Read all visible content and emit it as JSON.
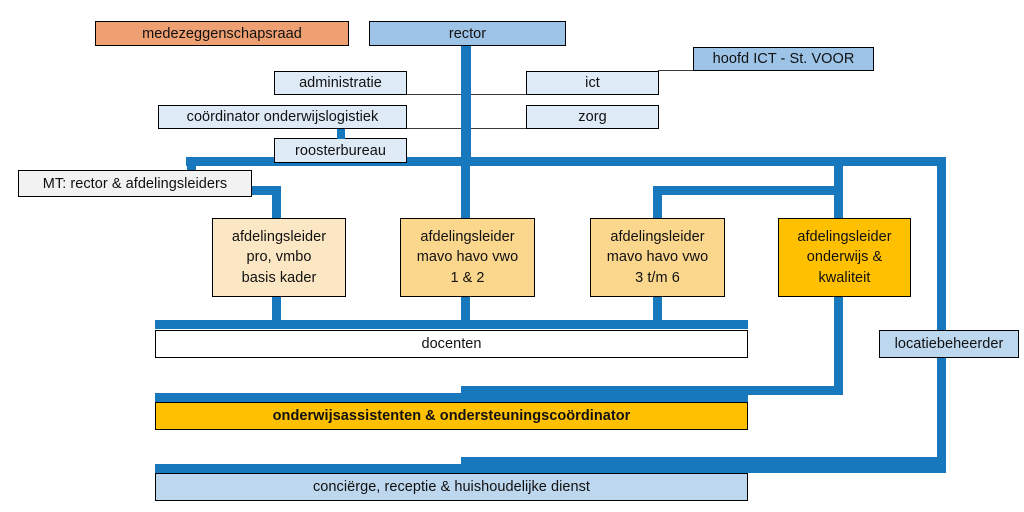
{
  "diagram": {
    "title": "organogram",
    "colors": {
      "connector_blue": "#1878be",
      "salmon": "#efa072",
      "blue_mid": "#9dc3e6",
      "blue_pale": "#deeaf6",
      "blue_light": "#bdd7ee",
      "gray": "#f2f2f2",
      "cream": "#fbe7c3",
      "amber": "#fbd68d",
      "orange": "#ffc000",
      "white": "#ffffff"
    }
  },
  "nodes": {
    "medezeggenschapsraad": {
      "label": "medezeggenschapsraad"
    },
    "rector": {
      "label": "rector"
    },
    "hoofd_ict": {
      "label": "hoofd ICT - St. VOOR"
    },
    "administratie": {
      "label": "administratie"
    },
    "ict": {
      "label": "ict"
    },
    "coordinator_onderwijslogistiek": {
      "label": "coördinator onderwijslogistiek"
    },
    "zorg": {
      "label": "zorg"
    },
    "roosterbureau": {
      "label": "roosterbureau"
    },
    "mt": {
      "label": "MT: rector & afdelingsleiders"
    },
    "afdelingsleider_1": {
      "line1": "afdelingsleider",
      "line2": "pro, vmbo",
      "line3": "basis kader"
    },
    "afdelingsleider_2": {
      "line1": "afdelingsleider",
      "line2": "mavo havo vwo",
      "line3": "1 & 2"
    },
    "afdelingsleider_3": {
      "line1": "afdelingsleider",
      "line2": "mavo havo vwo",
      "line3": "3 t/m 6"
    },
    "afdelingsleider_4": {
      "line1": "afdelingsleider",
      "line2": "onderwijs &",
      "line3": "kwaliteit"
    },
    "docenten": {
      "label": "docenten"
    },
    "locatiebeheerder": {
      "label": "locatiebeheerder"
    },
    "onderwijsassistenten": {
      "label": "onderwijsassistenten & ondersteuningscoördinator"
    },
    "concierge": {
      "label": "conciërge, receptie & huishoudelijke dienst"
    }
  }
}
